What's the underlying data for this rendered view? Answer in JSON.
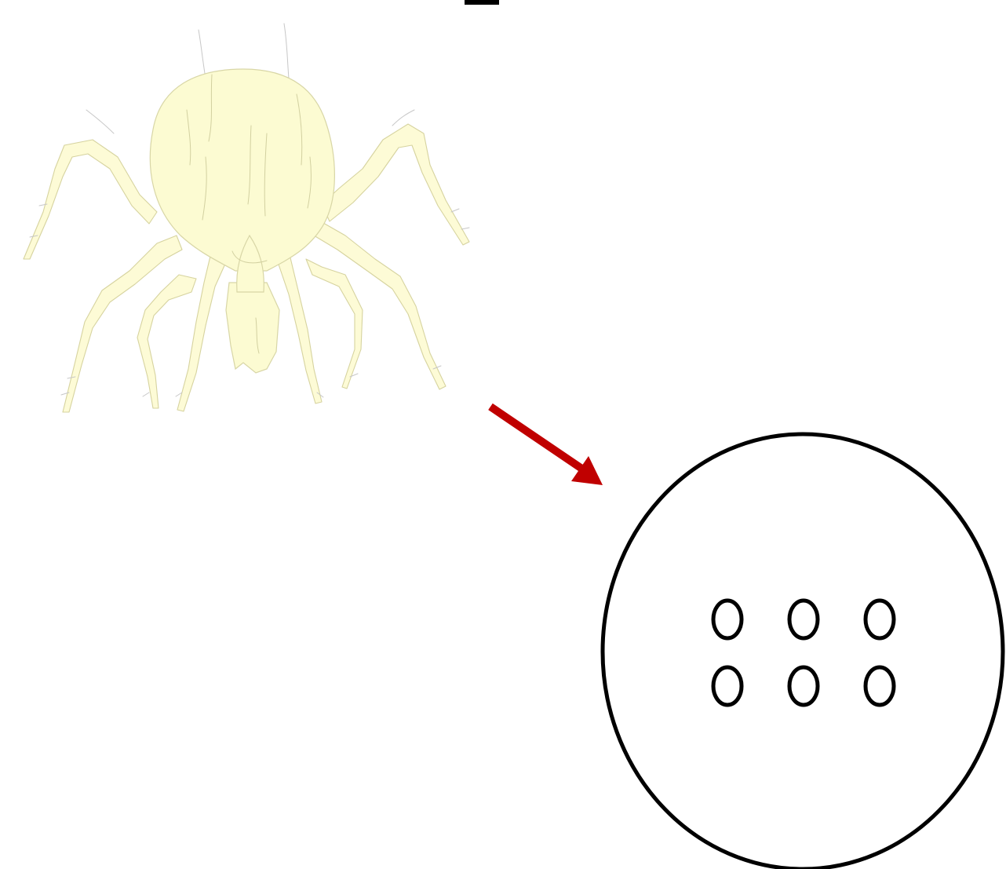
{
  "diagram": {
    "subject_icon": "dust-mite-illustration",
    "arrow_icon": "red-arrow-pointing-down-right",
    "zoom_icon": "magnified-circle-with-six-spots",
    "colors": {
      "mite_fill": "#fcfbd2",
      "mite_stroke": "#d8d6a6",
      "arrow": "#c00000",
      "outline": "#000000",
      "background": "#ffffff"
    },
    "spot_count": 6,
    "spot_rows": 2,
    "spot_columns": 3
  }
}
